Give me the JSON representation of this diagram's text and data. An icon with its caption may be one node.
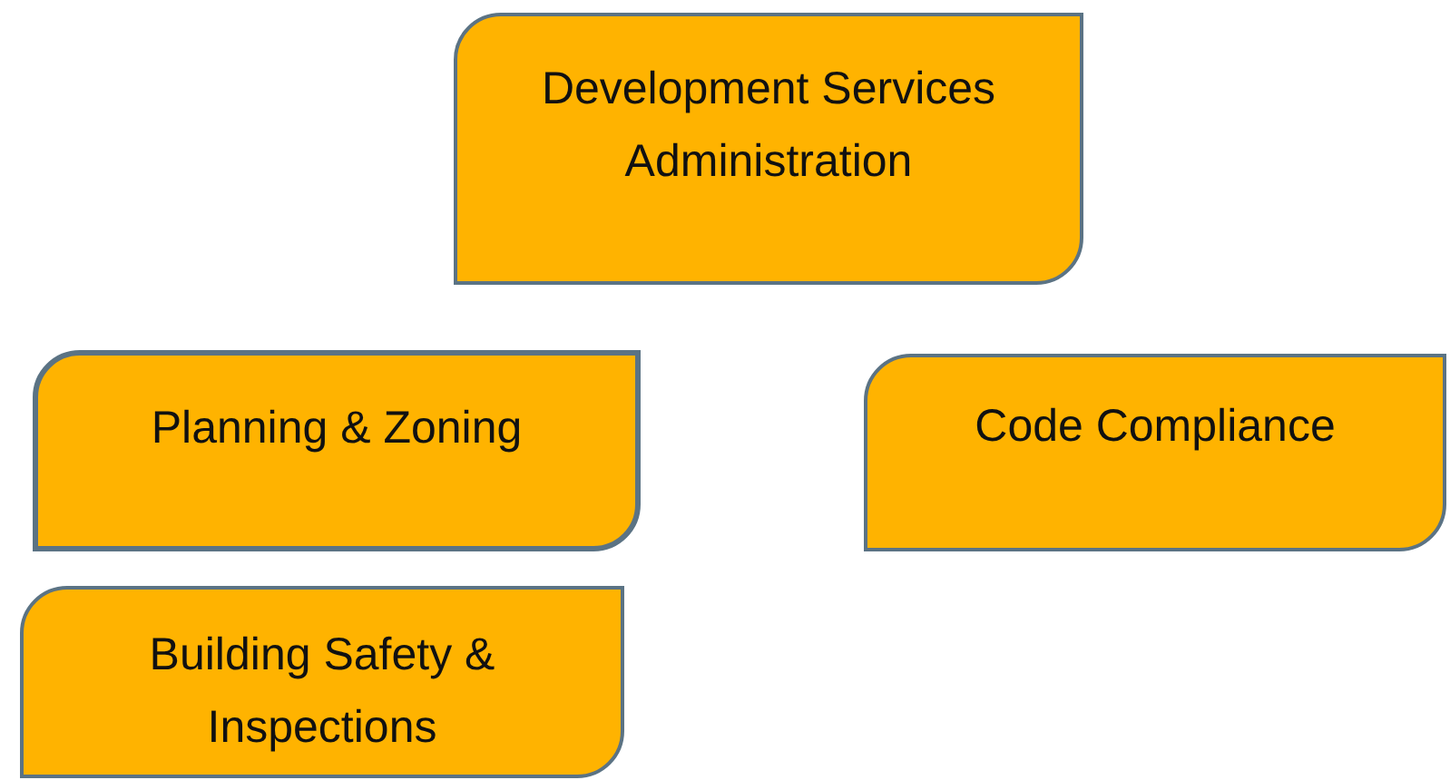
{
  "diagram": {
    "nodes": [
      {
        "text": [
          "Development Services Administration"
        ]
      },
      {
        "text": [
          "Planning & Zoning"
        ]
      },
      {
        "text": [
          "Code Compliance"
        ]
      },
      {
        "text": [
          "Building Safety & Inspections"
        ]
      }
    ]
  }
}
